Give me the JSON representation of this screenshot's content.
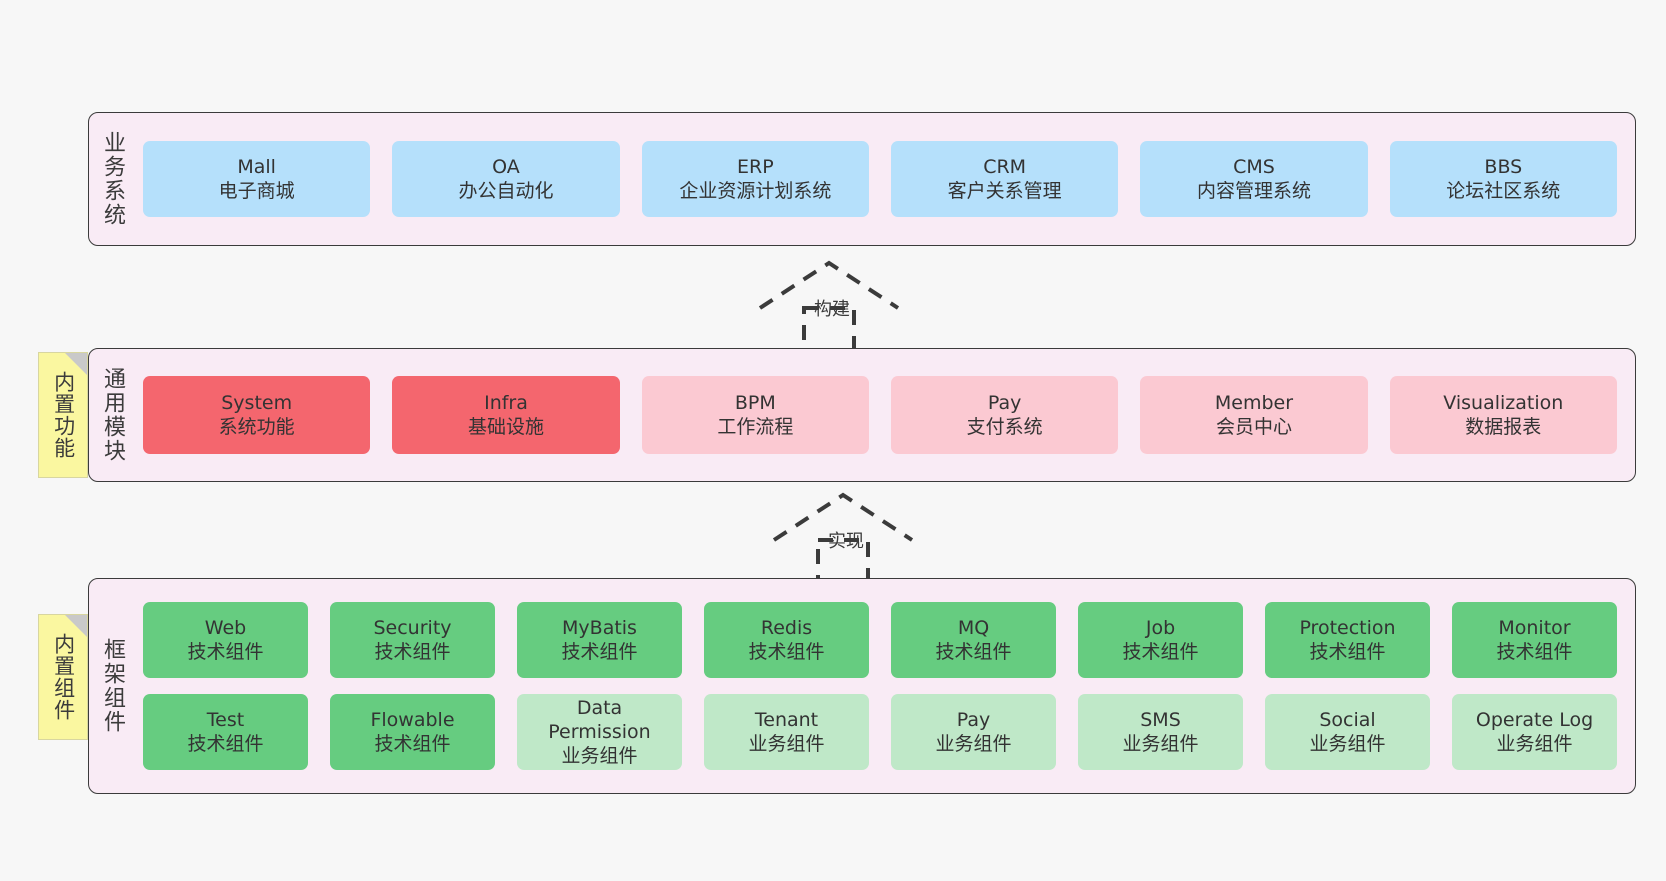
{
  "diagram": {
    "title": "",
    "background": "#f7f7f7",
    "colors": {
      "panel": "#f9ebf5",
      "panel_border": "#3b3b3b",
      "business": "#b5e0fb",
      "module_core": "#f4666e",
      "module_optional": "#fbc9d2",
      "component_tech": "#66cc80",
      "component_biz": "#bfe8c8",
      "note": "#faf7a0",
      "text": "#333333"
    }
  },
  "layers": {
    "business": {
      "title": "业务系统",
      "nodes": [
        {
          "name": "Mall",
          "desc": "电子商城"
        },
        {
          "name": "OA",
          "desc": "办公自动化"
        },
        {
          "name": "ERP",
          "desc": "企业资源计划系统"
        },
        {
          "name": "CRM",
          "desc": "客户关系管理"
        },
        {
          "name": "CMS",
          "desc": "内容管理系统"
        },
        {
          "name": "BBS",
          "desc": "论坛社区系统"
        }
      ]
    },
    "modules": {
      "title": "通用模块",
      "nodes": [
        {
          "name": "System",
          "desc": "系统功能",
          "variant": "core"
        },
        {
          "name": "Infra",
          "desc": "基础设施",
          "variant": "core"
        },
        {
          "name": "BPM",
          "desc": "工作流程",
          "variant": "optional"
        },
        {
          "name": "Pay",
          "desc": "支付系统",
          "variant": "optional"
        },
        {
          "name": "Member",
          "desc": "会员中心",
          "variant": "optional"
        },
        {
          "name": "Visualization",
          "desc": "数据报表",
          "variant": "optional"
        }
      ]
    },
    "framework": {
      "title": "框架组件",
      "row1": [
        {
          "name": "Web",
          "desc": "技术组件"
        },
        {
          "name": "Security",
          "desc": "技术组件"
        },
        {
          "name": "MyBatis",
          "desc": "技术组件"
        },
        {
          "name": "Redis",
          "desc": "技术组件"
        },
        {
          "name": "MQ",
          "desc": "技术组件"
        },
        {
          "name": "Job",
          "desc": "技术组件"
        },
        {
          "name": "Protection",
          "desc": "技术组件"
        },
        {
          "name": "Monitor",
          "desc": "技术组件"
        }
      ],
      "row2": [
        {
          "name": "Test",
          "desc": "技术组件",
          "variant": "tech"
        },
        {
          "name": "Flowable",
          "desc": "技术组件",
          "variant": "tech"
        },
        {
          "name": "Data Permission",
          "desc": "业务组件",
          "variant": "biz"
        },
        {
          "name": "Tenant",
          "desc": "业务组件",
          "variant": "biz"
        },
        {
          "name": "Pay",
          "desc": "业务组件",
          "variant": "biz"
        },
        {
          "name": "SMS",
          "desc": "业务组件",
          "variant": "biz"
        },
        {
          "name": "Social",
          "desc": "业务组件",
          "variant": "biz"
        },
        {
          "name": "Operate Log",
          "desc": "业务组件",
          "variant": "biz"
        }
      ]
    }
  },
  "notes": [
    {
      "id": "builtin-features",
      "text": "内置功能"
    },
    {
      "id": "builtin-components",
      "text": "内置组件"
    }
  ],
  "arrows": [
    {
      "id": "build",
      "label": "构建",
      "style": "dashed-generalization",
      "direction": "up"
    },
    {
      "id": "impl",
      "label": "实现",
      "style": "dashed-generalization",
      "direction": "up"
    }
  ]
}
